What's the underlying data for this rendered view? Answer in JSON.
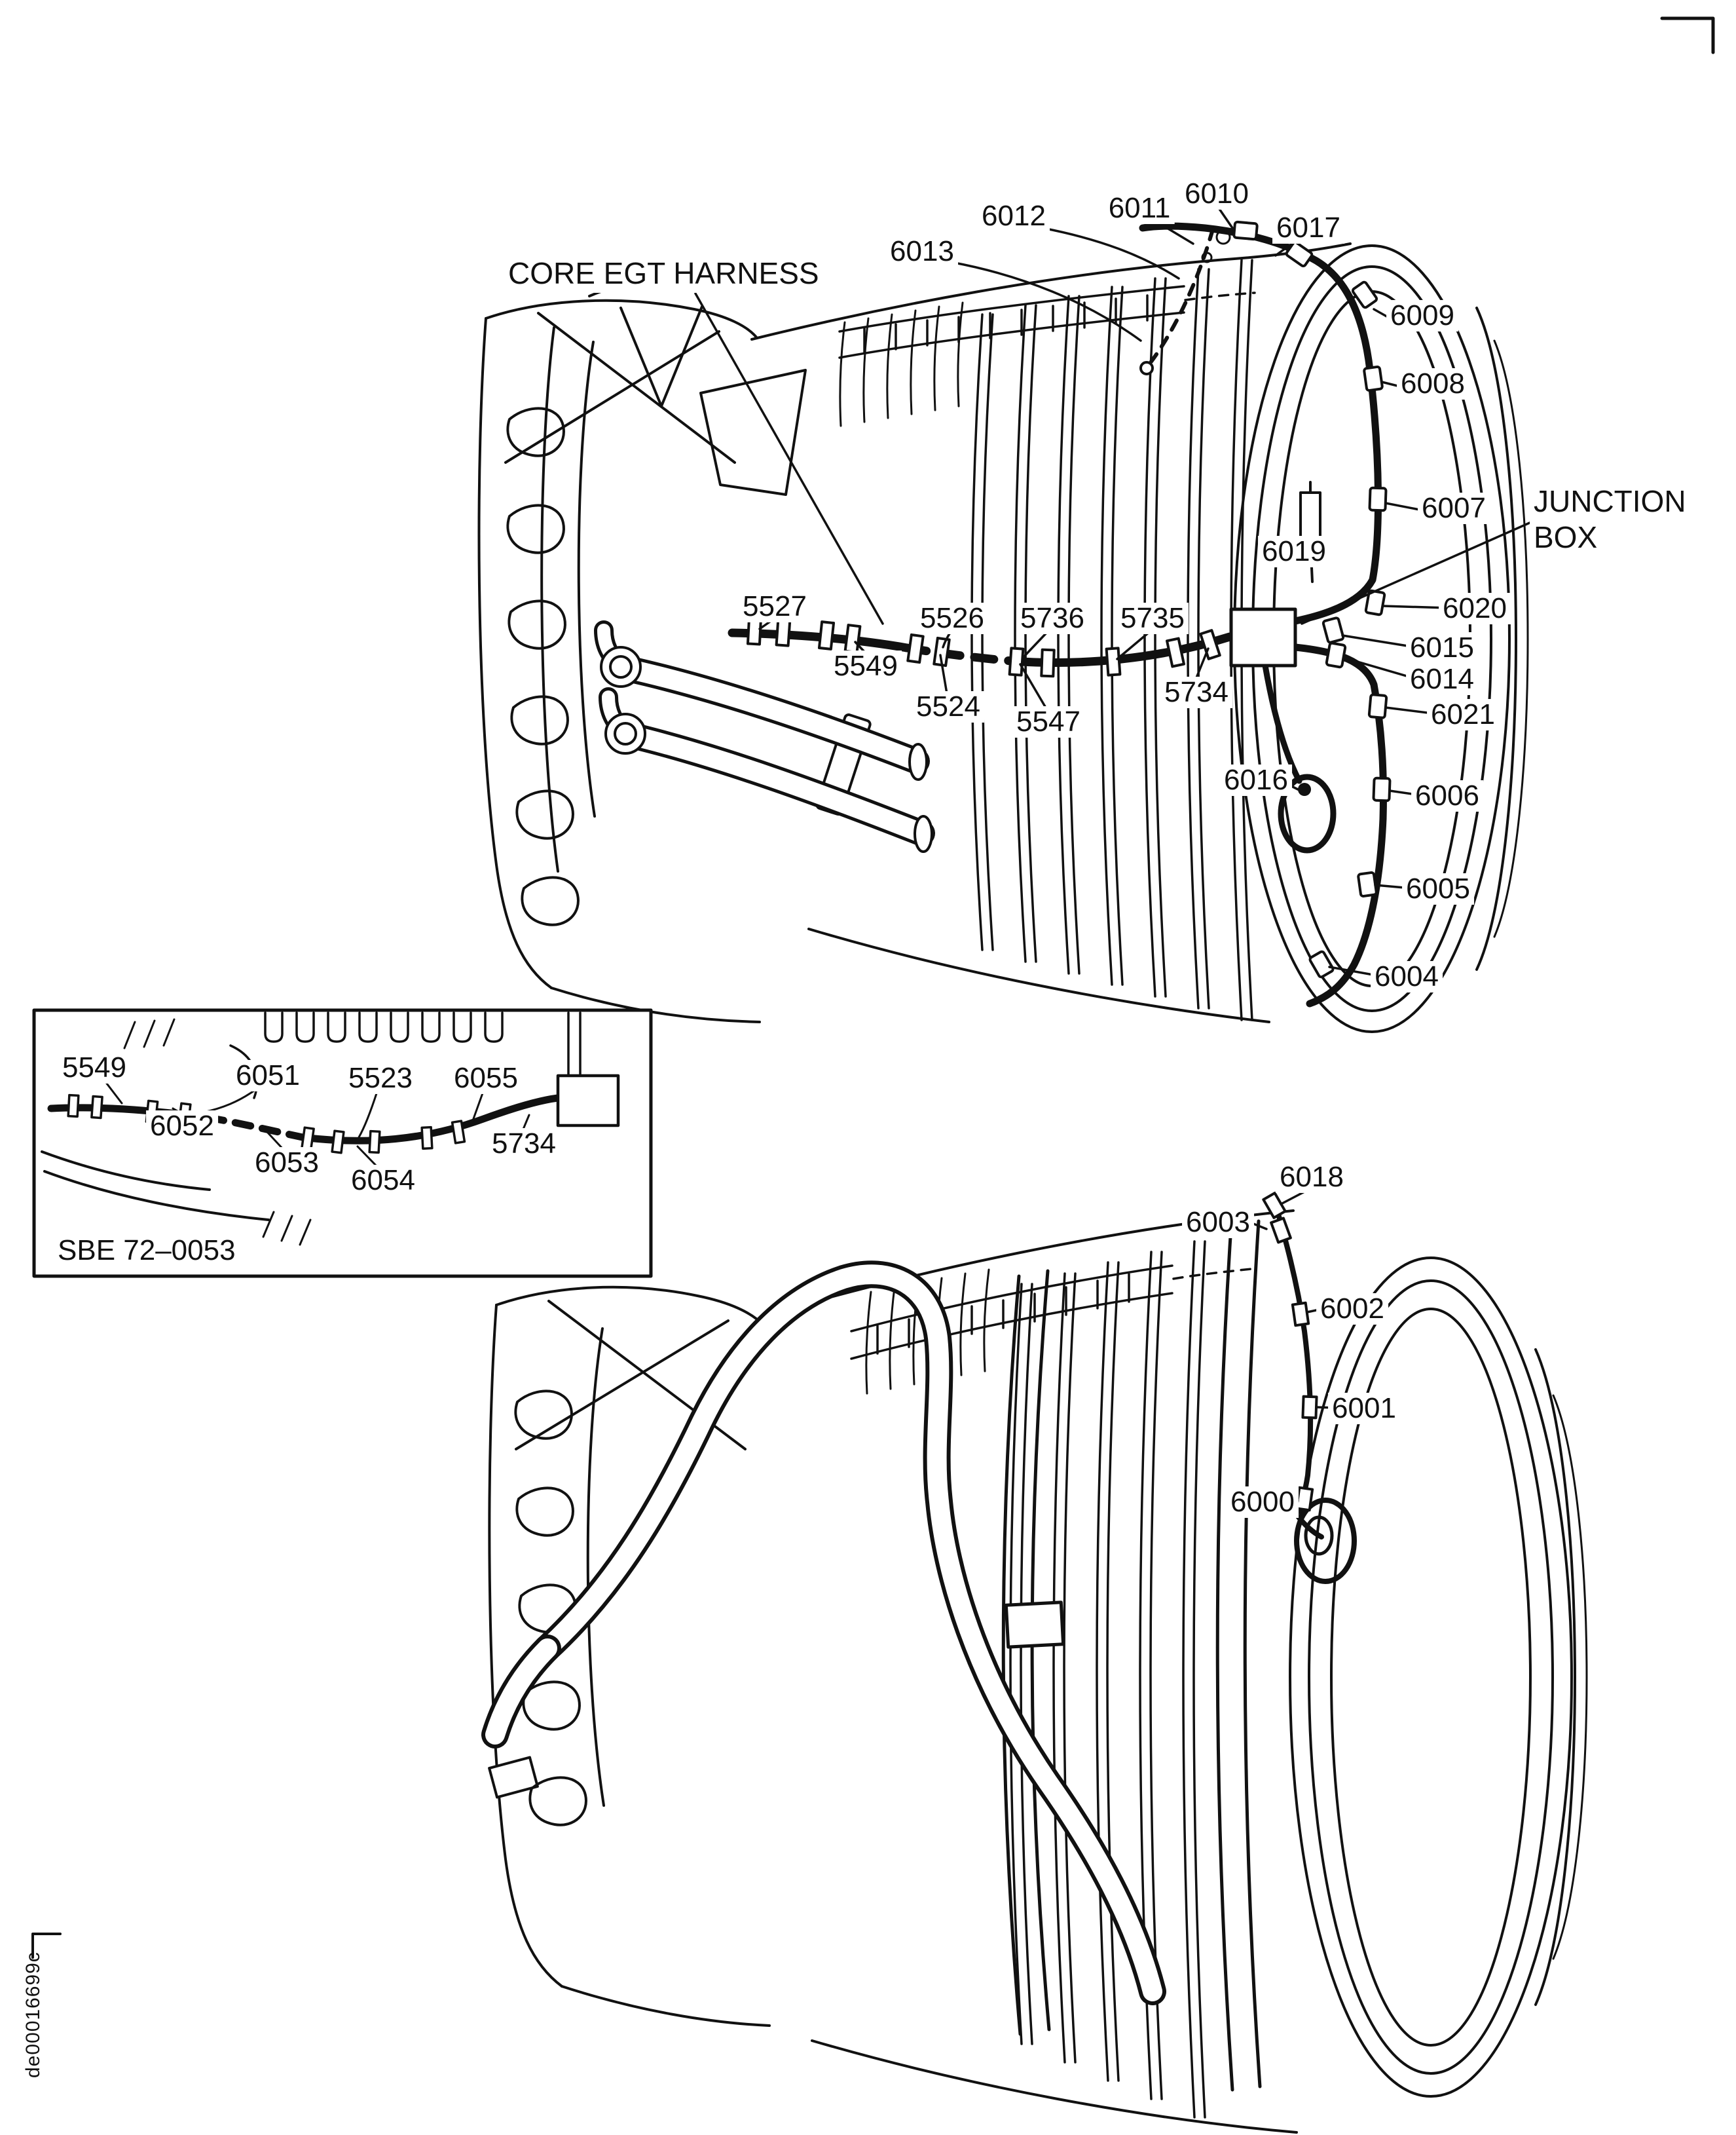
{
  "annotations": {
    "core_egt_harness": "CORE EGT HARNESS",
    "junction_box_line1": "JUNCTION",
    "junction_box_line2": "BOX"
  },
  "top_view": {
    "callouts": [
      "6012",
      "6011",
      "6010",
      "6017",
      "6013",
      "6009",
      "6008",
      "6007",
      "6019",
      "6020",
      "6015",
      "6014",
      "6021",
      "6006",
      "6005",
      "6004",
      "6016",
      "5527",
      "5526",
      "5736",
      "5735",
      "5549",
      "5524",
      "5547",
      "5734"
    ]
  },
  "inset": {
    "callouts": [
      "5549",
      "6051",
      "5523",
      "6055",
      "6052",
      "6053",
      "6054",
      "5734"
    ],
    "caption": "SBE 72–0053"
  },
  "bottom_view": {
    "callouts": [
      "6018",
      "6003",
      "6002",
      "6001",
      "6000"
    ]
  },
  "footer": {
    "figure_code": "de00016699c"
  }
}
